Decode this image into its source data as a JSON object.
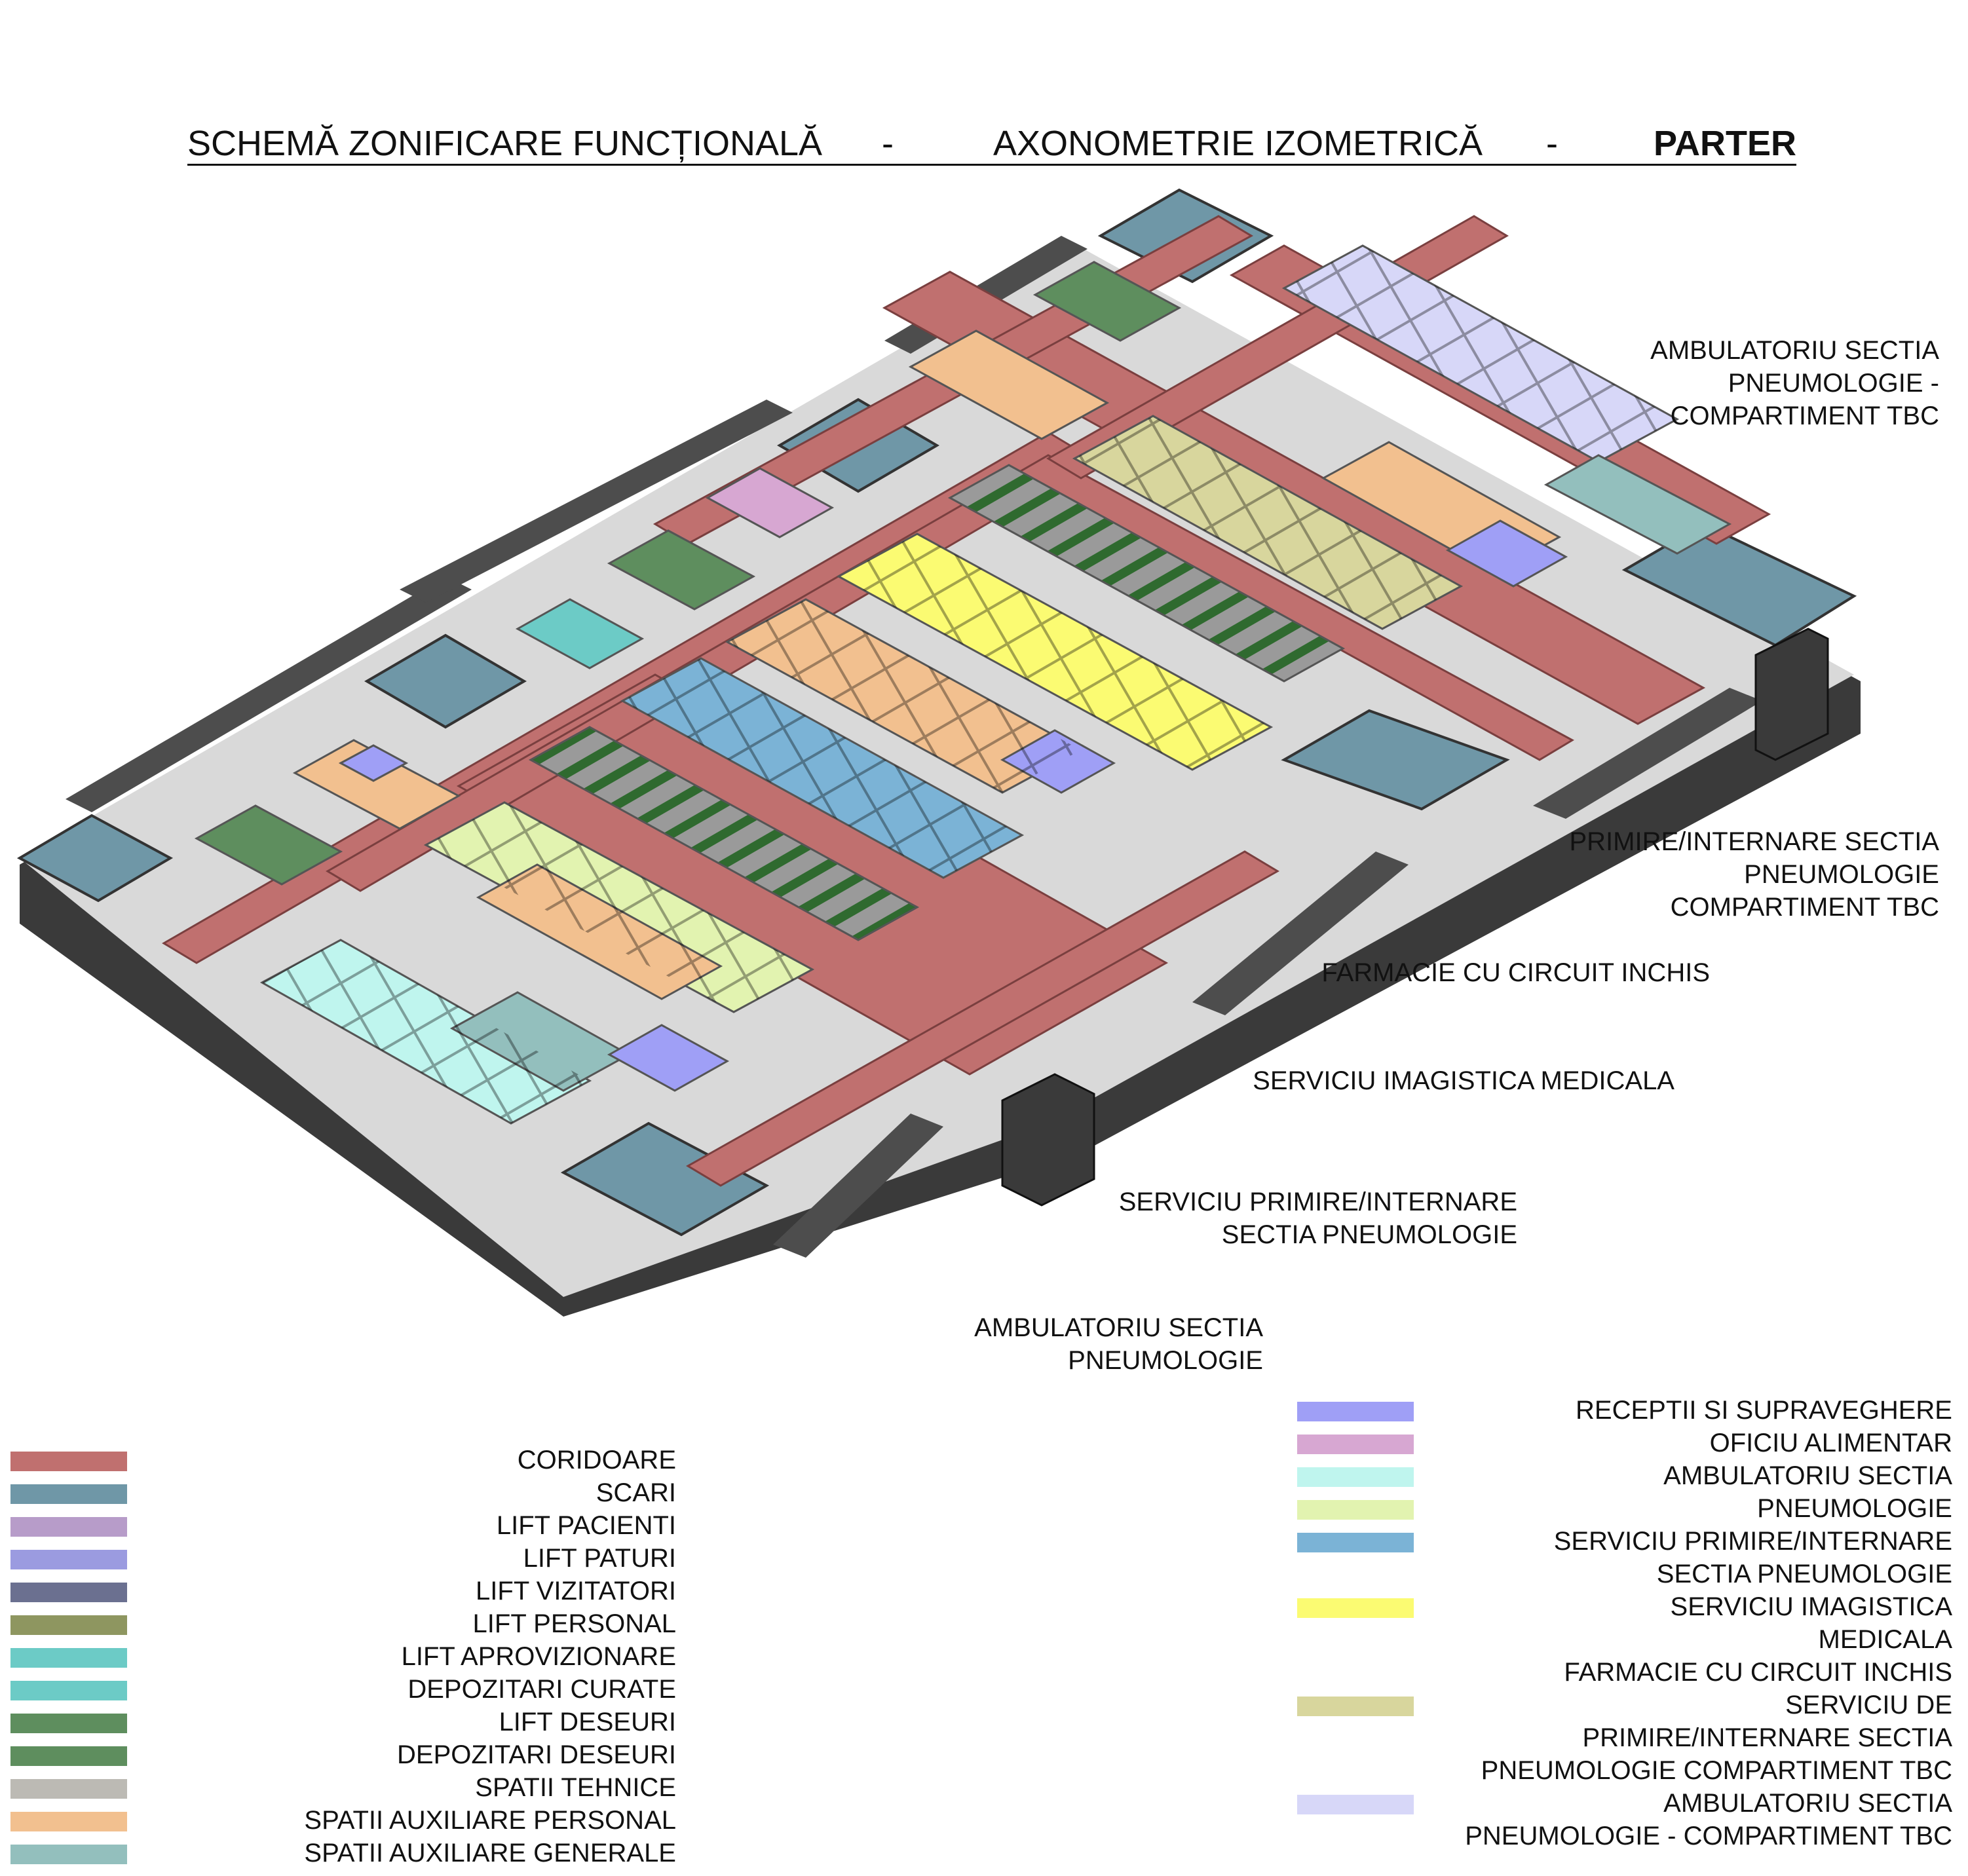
{
  "title": {
    "part1": "SCHEMĂ ZONIFICARE FUNCȚIONALĂ",
    "dash1": "-",
    "part2": "AXONOMETRIE IZOMETRICĂ",
    "dash2": "-",
    "part3": "PARTER"
  },
  "zone_labels": [
    "AMBULATORIU SECTIA\nPNEUMOLOGIE -\nCOMPARTIMENT TBC",
    "PRIMIRE/INTERNARE SECTIA\nPNEUMOLOGIE\nCOMPARTIMENT TBC",
    "FARMACIE CU CIRCUIT INCHIS",
    "SERVICIU IMAGISTICA MEDICALA",
    "SERVICIU PRIMIRE/INTERNARE\nSECTIA PNEUMOLOGIE",
    "AMBULATORIU SECTIA\nPNEUMOLOGIE"
  ],
  "legend_left": [
    {
      "label": "CORIDOARE",
      "color": "#c0706f"
    },
    {
      "label": "SCARI",
      "color": "#6f97a7"
    },
    {
      "label": "LIFT PACIENTI",
      "color": "#b79cc9"
    },
    {
      "label": "LIFT PATURI",
      "color": "#9b9be0"
    },
    {
      "label": "LIFT VIZITATORI",
      "color": "#6b7090"
    },
    {
      "label": "LIFT PERSONAL",
      "color": "#8e9660"
    },
    {
      "label": "LIFT APROVIZIONARE",
      "color": "#6ccbc6"
    },
    {
      "label": "DEPOZITARI CURATE",
      "color": "#6ccbc6"
    },
    {
      "label": "LIFT DESEURI",
      "color": "#5e8e5e"
    },
    {
      "label": "DEPOZITARI DESEURI",
      "color": "#5e8e5e"
    },
    {
      "label": "SPATII TEHNICE",
      "color": "#bcbab4"
    },
    {
      "label": "SPATII AUXILIARE PERSONAL",
      "color": "#f2c08f"
    },
    {
      "label": "SPATII AUXILIARE GENERALE",
      "color": "#93bfbd"
    }
  ],
  "legend_right": [
    {
      "label": "RECEPTII SI SUPRAVEGHERE",
      "color": "#9f9ff6"
    },
    {
      "label": "OFICIU ALIMENTAR",
      "color": "#d7a7d2"
    },
    {
      "label": "AMBULATORIU SECTIA",
      "color": "#bff5ee"
    },
    {
      "label": "PNEUMOLOGIE",
      "color": "#e2f3b0"
    },
    {
      "label": "SERVICIU PRIMIRE/INTERNARE",
      "color": "#7bb3d6"
    },
    {
      "label": "SECTIA PNEUMOLOGIE",
      "color": ""
    },
    {
      "label": "SERVICIU IMAGISTICA",
      "color": "#fbfb72"
    },
    {
      "label": "MEDICALA",
      "color": ""
    },
    {
      "label": "FARMACIE CU CIRCUIT INCHIS",
      "color": ""
    },
    {
      "label": "SERVICIU DE",
      "color": "#d8d69d"
    },
    {
      "label": "PRIMIRE/INTERNARE SECTIA",
      "color": ""
    },
    {
      "label": "PNEUMOLOGIE COMPARTIMENT TBC",
      "color": ""
    },
    {
      "label": "AMBULATORIU SECTIA",
      "color": "#d7d7f8"
    },
    {
      "label": "PNEUMOLOGIE - COMPARTIMENT TBC",
      "color": ""
    }
  ]
}
